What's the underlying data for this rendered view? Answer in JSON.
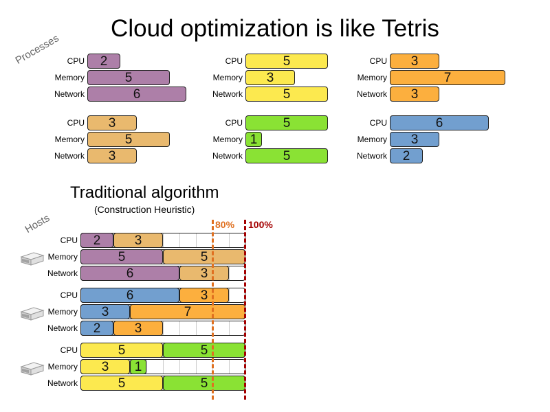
{
  "title": "Cloud optimization is like Tetris",
  "processes_label": "Processes",
  "hosts_label": "Hosts",
  "resource_labels": [
    "CPU",
    "Memory",
    "Network"
  ],
  "processes": [
    {
      "color": "#ad7fa8",
      "values": [
        2,
        5,
        6
      ]
    },
    {
      "color": "#fce94f",
      "values": [
        5,
        3,
        5
      ]
    },
    {
      "color": "#fcaf3e",
      "values": [
        3,
        7,
        3
      ]
    },
    {
      "color": "#e9b96e",
      "values": [
        3,
        5,
        3
      ]
    },
    {
      "color": "#8ae234",
      "values": [
        5,
        1,
        5
      ]
    },
    {
      "color": "#729fcf",
      "values": [
        6,
        3,
        2
      ]
    }
  ],
  "traditional": {
    "title": "Traditional algorithm",
    "subtitle": "(Construction Heuristic)",
    "threshold_80": "80%",
    "threshold_100": "100%",
    "host_capacity": 10,
    "hosts": [
      {
        "rows": [
          [
            {
              "process": 0,
              "value": 2
            },
            {
              "process": 3,
              "value": 3
            }
          ],
          [
            {
              "process": 0,
              "value": 5
            },
            {
              "process": 3,
              "value": 5
            }
          ],
          [
            {
              "process": 0,
              "value": 6
            },
            {
              "process": 3,
              "value": 3
            }
          ]
        ]
      },
      {
        "rows": [
          [
            {
              "process": 5,
              "value": 6
            },
            {
              "process": 2,
              "value": 3
            }
          ],
          [
            {
              "process": 5,
              "value": 3
            },
            {
              "process": 2,
              "value": 7
            }
          ],
          [
            {
              "process": 5,
              "value": 2
            },
            {
              "process": 2,
              "value": 3
            }
          ]
        ]
      },
      {
        "rows": [
          [
            {
              "process": 1,
              "value": 5
            },
            {
              "process": 4,
              "value": 5
            }
          ],
          [
            {
              "process": 1,
              "value": 3
            },
            {
              "process": 4,
              "value": 1
            }
          ],
          [
            {
              "process": 1,
              "value": 5
            },
            {
              "process": 4,
              "value": 5
            }
          ]
        ]
      }
    ]
  },
  "colors": {
    "threshold_80": "#e07020",
    "threshold_100": "#a40000"
  }
}
